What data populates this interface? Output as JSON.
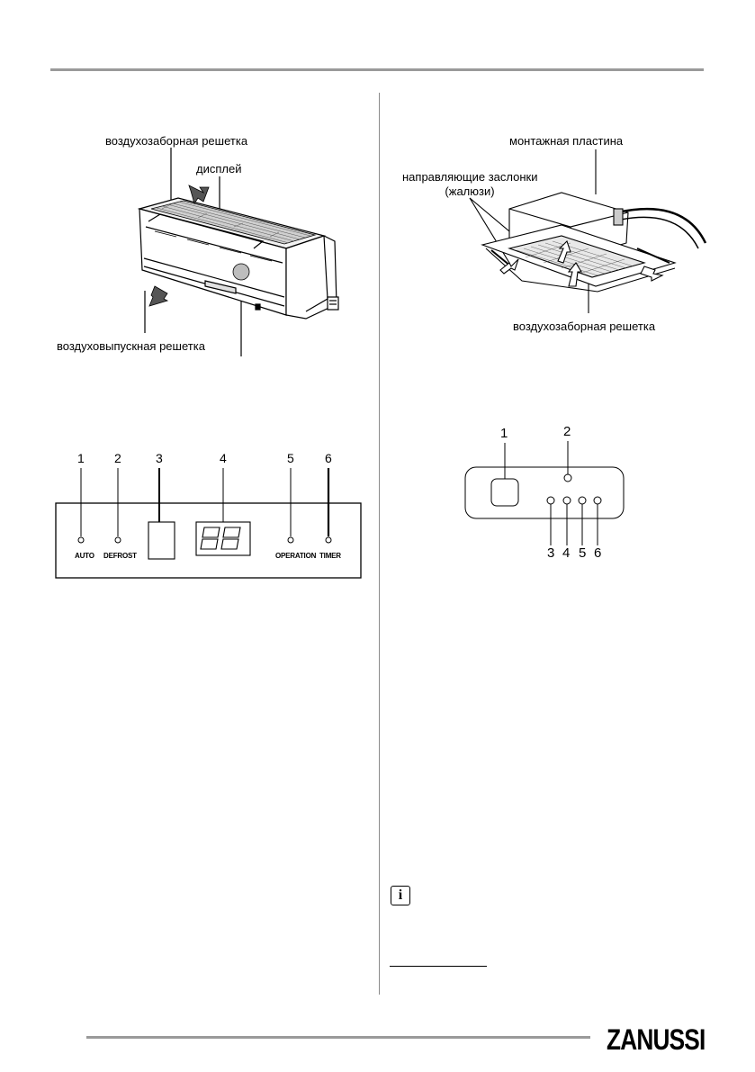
{
  "figures": {
    "wall_unit": {
      "label_intake_grille": "воздухозаборная решетка",
      "label_display": "дисплей",
      "label_outlet_grille": "воздуховыпускная решетка"
    },
    "cassette_unit": {
      "label_mounting_plate": "монтажная пластина",
      "label_louvers_line1": "направляющие заслонки",
      "label_louvers_line2": "(жалюзи)",
      "label_intake_grille": "воздухозаборная решетка"
    },
    "display_panel": {
      "numbers": [
        "1",
        "2",
        "3",
        "4",
        "5",
        "6"
      ],
      "labels": [
        "AUTO",
        "DEFROST",
        "OPERATION",
        "TIMER"
      ],
      "segment_readout": "88"
    },
    "cassette_panel": {
      "numbers_top": [
        "1",
        "2"
      ],
      "numbers_bottom": [
        "3",
        "4",
        "5",
        "6"
      ]
    }
  },
  "info_icon": "i",
  "brand": "ZANUSSI"
}
